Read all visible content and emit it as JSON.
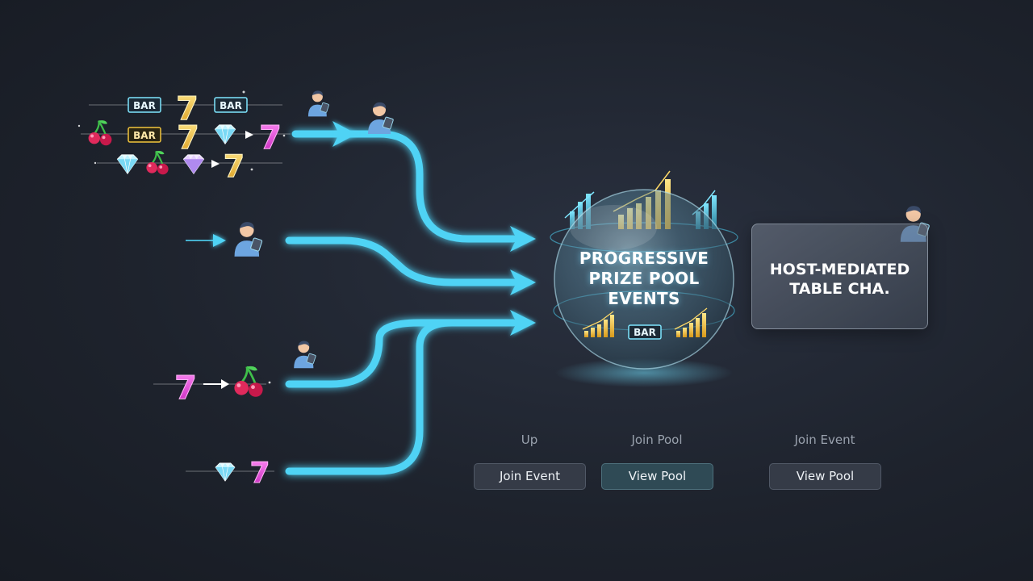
{
  "hub": {
    "title_line1": "PROGRESSIVE",
    "title_line2": "PRIZE POOL",
    "title_line3": "EVENTS",
    "badge": "BAR"
  },
  "host_card": {
    "title_line1": "HOST-MEDIATED",
    "title_line2": "TABLE CHA."
  },
  "reel_symbols": {
    "bar": "BAR",
    "seven": "7"
  },
  "columns": [
    {
      "label": "Up",
      "button": "Join Event",
      "active": false
    },
    {
      "label": "Join Pool",
      "button": "View Pool",
      "active": true
    },
    {
      "label": "Join Event",
      "button": "View Pool",
      "active": false
    }
  ],
  "colors": {
    "flow": "#4fd3f5",
    "gold": "#f2c53d",
    "magenta": "#e23ad6",
    "cherry": "#e02a5c",
    "diamond": "#9fe8ff"
  },
  "icons": [
    "cherry-icon",
    "diamond-icon",
    "seven-icon",
    "bar-icon",
    "player-icon",
    "arrow-icon"
  ]
}
